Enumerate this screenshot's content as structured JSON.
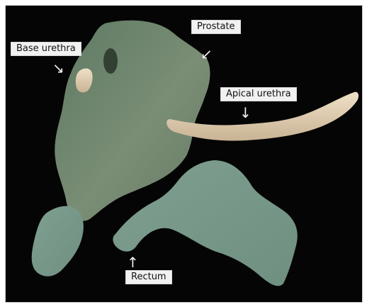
{
  "image": {
    "labels": {
      "prostate": "Prostate",
      "base_urethra": "Base urethra",
      "apical_urethra": "Apical urethra",
      "rectum": "Rectum"
    },
    "arrows": {
      "prostate": "↙",
      "base_urethra": "↘",
      "apical_urethra": "↓",
      "rectum": "↑"
    },
    "colors": {
      "background": "#050505",
      "prostate": "#6e8b72",
      "rectum": "#7f9c8e",
      "urethra": "#dcc9aa"
    }
  }
}
